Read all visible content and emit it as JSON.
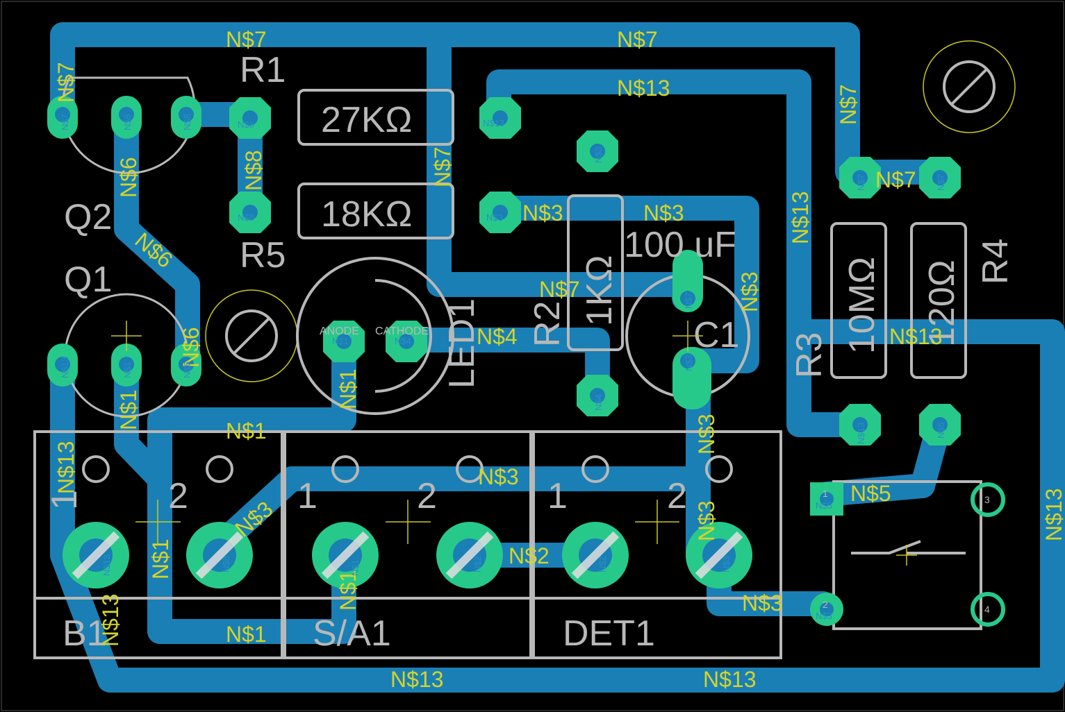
{
  "components": {
    "r1": {
      "ref": "R1",
      "value": "27KΩ"
    },
    "r5": {
      "ref": "R5",
      "value": "18KΩ"
    },
    "r2": {
      "ref": "R2",
      "value": "1KΩ"
    },
    "r3": {
      "ref": "R3",
      "value": "10MΩ"
    },
    "r4": {
      "ref": "R4",
      "value": "120Ω"
    },
    "c1": {
      "ref": "C1",
      "value": "100 uF"
    },
    "q1": {
      "ref": "Q1"
    },
    "q2": {
      "ref": "Q2"
    },
    "led1": {
      "ref": "LED1",
      "anode": "ANODE",
      "cathode": "CATHODE"
    },
    "b1": {
      "ref": "B1"
    },
    "sa1": {
      "ref": "S/A1"
    },
    "det1": {
      "ref": "DET1"
    }
  },
  "connector_pins": {
    "one": "1",
    "two": "2"
  },
  "switch_pins": {
    "p1": "1",
    "p2": "2",
    "p3": "3",
    "p4": "4"
  },
  "nets": {
    "n1": "N$1",
    "n2": "N$2",
    "n3": "N$3",
    "n4": "N$4",
    "n5": "N$5",
    "n6": "N$6",
    "n7": "N$7",
    "n8": "N$8",
    "n13": "N$13"
  },
  "colors": {
    "background": "#000000",
    "copper_trace": "#1a7fb4",
    "pad": "#27c98a",
    "silkscreen": "#b8b8b8",
    "net_label": "#d4d42a"
  }
}
